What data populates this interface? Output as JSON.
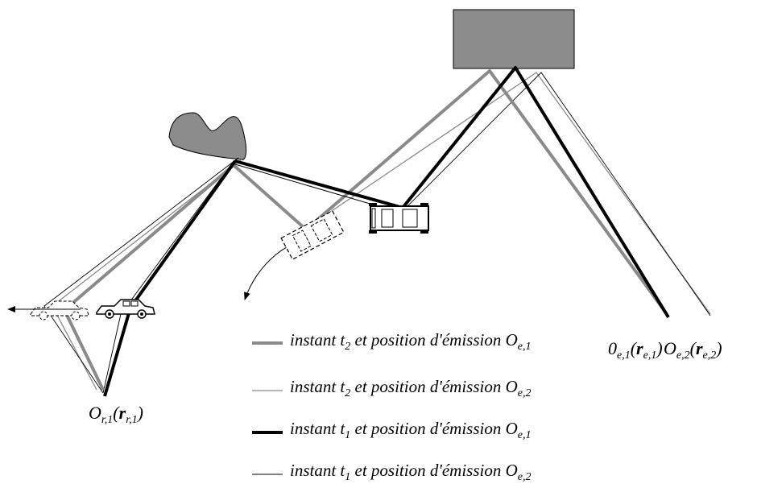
{
  "colors": {
    "gray": "#8a8a8a",
    "black": "#000000",
    "obstacle_fill": "#8c8c8c"
  },
  "points": {
    "e1": {
      "main": "0",
      "sub": "e,1",
      "arg": "r",
      "arg_sub": "e,1"
    },
    "e2": {
      "main": "O",
      "sub": "e,2",
      "arg": "r",
      "arg_sub": "e,2"
    },
    "r1": {
      "main": "O",
      "sub": "r,1",
      "arg": "r",
      "arg_sub": "r,1"
    }
  },
  "legend": [
    {
      "pre": "instant t",
      "t_sub": "2",
      "mid": " et position d'émission O",
      "o_sub": "e,1",
      "style": "gray-thick"
    },
    {
      "pre": "instant t",
      "t_sub": "2",
      "mid": " et position d'émission O",
      "o_sub": "e,2",
      "style": "gray-thin"
    },
    {
      "pre": "instant t",
      "t_sub": "1",
      "mid": " et position d'émission O",
      "o_sub": "e,1",
      "style": "black-thick"
    },
    {
      "pre": "instant t",
      "t_sub": "1",
      "mid": " et position d'émission O",
      "o_sub": "e,2",
      "style": "black-thin"
    }
  ]
}
